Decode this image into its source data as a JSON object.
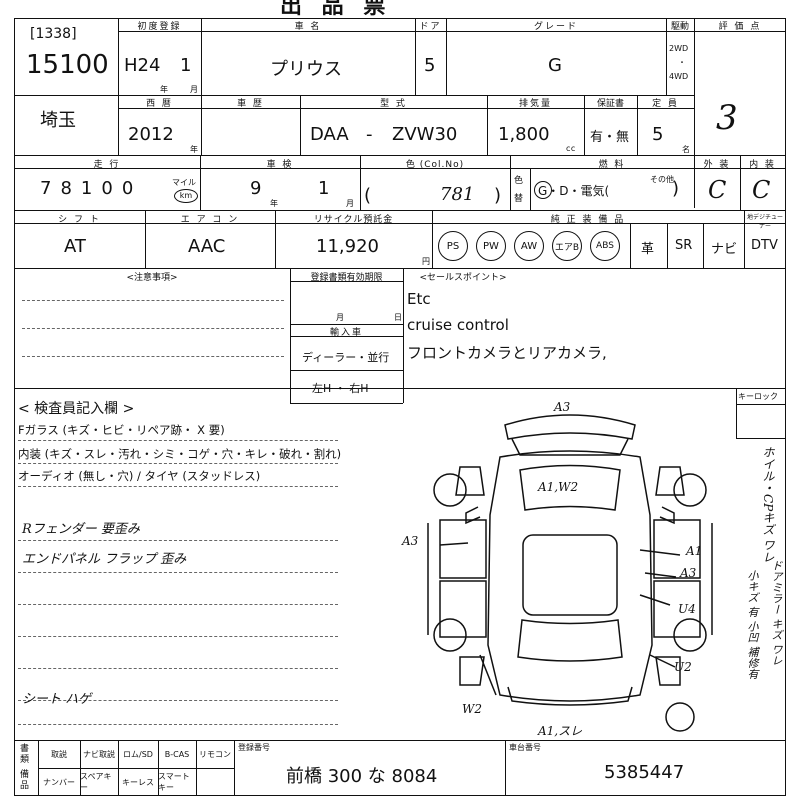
{
  "header": {
    "lot_id": "[1338]",
    "lot_number": "15100",
    "first_reg_label": "初度登録",
    "first_reg_era": "H24",
    "first_reg_month": "1",
    "car_name_label": "車 名",
    "car_name": "プリウス",
    "doors_label": "ドア",
    "doors": "5",
    "grade_label": "グレード",
    "grade": "G",
    "drive_label": "駆動",
    "drive_2wd": "2WD",
    "drive_4wd": "4WD",
    "score_label": "評 価 点",
    "score": "3",
    "year_label": "年",
    "month_label": "月"
  },
  "row2": {
    "prefecture": "埼玉",
    "western_year_label": "西 暦",
    "western_year": "2012",
    "model_year_label": "車 歴",
    "model_label": "型 式",
    "model_prefix": "DAA",
    "model_code": "ZVW30",
    "displacement_label": "排気量",
    "displacement": "1,800",
    "cc": "cc",
    "warranty_label": "保証書",
    "warranty": "有・無",
    "capacity_label": "定 員",
    "capacity": "5",
    "persons": "名"
  },
  "row3": {
    "mileage_label": "走 行",
    "mileage": [
      "7",
      "8",
      "1",
      "0",
      "0"
    ],
    "mileage_unit_mile": "マイル",
    "mileage_unit_km": "km",
    "inspection_label": "車 検",
    "inspection_year": "9",
    "inspection_month": "1",
    "color_label": "色 (Col.No)",
    "color_code": "781",
    "color_change_label": "色替",
    "fuel_label": "燃 料",
    "fuel_options": "G・D・電気(",
    "fuel_other": "その他",
    "exterior_label": "外 装",
    "exterior": "C",
    "interior_label": "内 装",
    "interior": "C"
  },
  "row4": {
    "shift_label": "シ フ ト",
    "shift": "AT",
    "aircon_label": "エ ア コ ン",
    "aircon": "AAC",
    "recycle_label": "リサイクル預託金",
    "recycle": "11,920",
    "yen": "円",
    "equipment_label": "純 正 装 備 品",
    "equipment": [
      "PS",
      "PW",
      "AW",
      "エアB",
      "ABS"
    ],
    "leather": "革",
    "sr": "SR",
    "navi": "ナビ",
    "dtv_label": "地デジチューナー",
    "dtv": "DTV"
  },
  "notes": {
    "caution_label": "<注意事項>",
    "registration_label": "登録書類有効期限",
    "month_label": "月",
    "day_label": "日",
    "import_label": "輸入車",
    "dealer": "ディーラー・並行",
    "handle": "左H ・ 右H",
    "sales_label": "<セールスポイント>",
    "sales_points": [
      "Etc",
      "cruise control",
      "フロントカメラとリアカメラ,"
    ]
  },
  "inspection": {
    "title": "< 検査員記入欄 >",
    "lines": [
      "Fガラス (キズ・ヒビ・リペア跡・ X 要)",
      "内装 (キズ・スレ・汚れ・シミ・コゲ・穴・キレ・破れ・割れ)",
      "オーディオ (無し・穴) / タイヤ (スタッドレス)"
    ],
    "handwritten": [
      "Rフェンダー 要歪み",
      "エンドパネル フラップ 歪み",
      "シート ハゲ"
    ],
    "keyless_label": "キーロック",
    "side_note_1": "ホイル・CPキズ ワレ",
    "side_note_2": "ドアミラー キズ ワレ",
    "side_note_3": "小キズ 有 小凹 補修有"
  },
  "diagram": {
    "labels": [
      "A3",
      "A1,W2",
      "A3",
      "A1",
      "A3",
      "U4",
      "U2",
      "W2",
      "A1,スレ"
    ]
  },
  "footer": {
    "docs_label": "書類",
    "items_label": "備品",
    "col1": [
      "取説",
      "ナンバー"
    ],
    "col2": [
      "ナビ取説",
      "スペアキー"
    ],
    "col3": [
      "ロム/SD",
      "キーレス"
    ],
    "col4": [
      "B-CAS",
      "スマートキー"
    ],
    "col5": [
      "リモコン",
      ""
    ],
    "plate_label": "登録番号",
    "plate": "前橋 300 な 8084",
    "chassis_label": "車台番号",
    "chassis": "5385447"
  },
  "top_title": "出 品 票"
}
